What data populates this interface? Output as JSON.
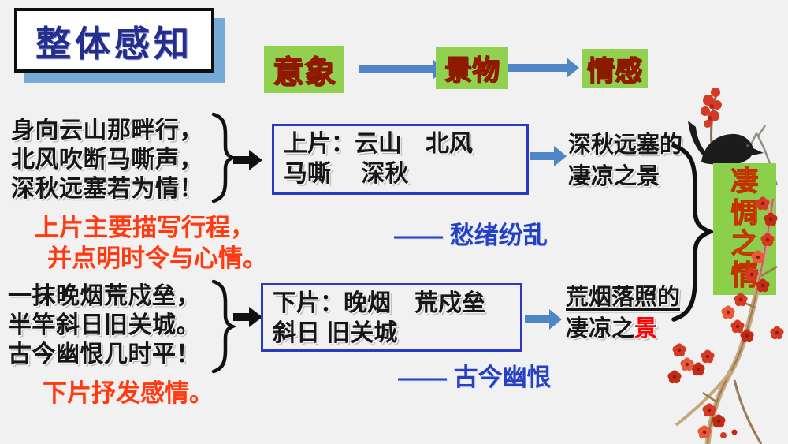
{
  "title": "整体感知",
  "flow": {
    "items": [
      {
        "label": "意象"
      },
      {
        "label": "景物"
      },
      {
        "label": "情感"
      }
    ]
  },
  "sections": {
    "upper": {
      "poem": [
        "身向云山那畔行，",
        "北风吹断马嘶声，",
        "深秋远塞若为情！"
      ],
      "keywords_line1": "上片：云山　北风",
      "keywords_line2": "马嘶　 深秋",
      "scene_line1": "深秋远塞的",
      "scene_line2": "凄凉之景",
      "note_line1": "上片主要描写行程，",
      "note_line2": "并点明时令与心情。",
      "mood": "—— 愁绪纷乱"
    },
    "lower": {
      "poem": [
        "一抹晚烟荒戍垒，",
        "半竿斜日旧关城。",
        "古今幽恨几时平！"
      ],
      "keywords_line1": "下片：晚烟　荒戍垒",
      "keywords_line2": "斜日 旧关城",
      "scene_line1": "荒烟落照的",
      "scene_line2_prefix": "凄凉之",
      "scene_line2_highlight": "景",
      "mood": "—— 古今幽恨",
      "note": "下片抒发感情。"
    }
  },
  "conclusion": {
    "text": "凄惆之情",
    "chars": [
      "凄",
      "惆",
      "之",
      "情"
    ]
  },
  "colors": {
    "background": "#f1f1f2",
    "title_blue": "#242e8d",
    "title_shadow_blue": "#74a9d8",
    "flow_green": "#92d050",
    "flow_red_text": "#f40000",
    "arrow_blue": "#4f86c6",
    "box_border_blue": "#2b3ac2",
    "annotation_orange_red": "#ff3a12",
    "mood_blue": "#2540c0",
    "highlight_red": "#fe0000",
    "conclusion_green": "#8ccf4b",
    "conclusion_text": "#ef4e1b",
    "blossom_red": "#d63a24"
  }
}
